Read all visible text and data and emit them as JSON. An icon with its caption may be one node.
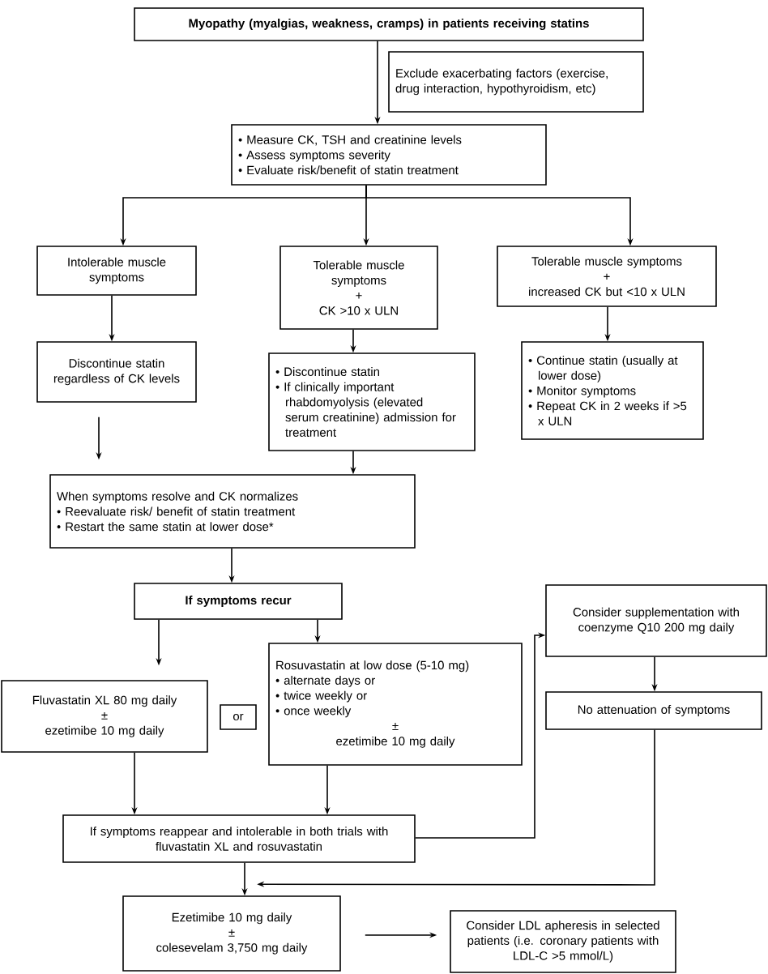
{
  "diagram": {
    "nodes": [
      {
        "text": [
          "Myopathy (myalgias, weakness, cramps) in patients receiving statins"
        ]
      },
      {
        "text": [
          "Exclude exacerbating factors (exercise, drug interaction, hypothyroidism, etc)"
        ]
      },
      {
        "text": [
          "• Measure CK, TSH and creatinine levels",
          "• Assess symptoms severity",
          "• Evaluate risk/benefit of statin treatment"
        ]
      },
      {
        "text": [
          "Intolerable muscle symptoms"
        ]
      },
      {
        "text": [
          "Tolerable muscle symptoms",
          "+",
          "CK >10 x ULN"
        ]
      },
      {
        "text": [
          "Tolerable muscle symptoms",
          "+",
          "increased CK but <10 x ULN"
        ]
      },
      {
        "text": [
          "Discontinue statin regardless of CK levels"
        ]
      },
      {
        "text": [
          "• Discontinue statin",
          "• If clinically important rhabdomyolysis (elevated serum creatinine) admission for treatment"
        ]
      },
      {
        "text": [
          "• Continue statin (usually at lower dose)",
          "• Monitor symptoms",
          "• Repeat CK in 2 weeks if >5 x ULN"
        ]
      },
      {
        "text": [
          "When symptoms resolve and CK normalizes",
          "• Reevaluate risk/ benefit of statin treatment",
          "• Restart the same statin at lower dose*"
        ]
      },
      {
        "text": [
          "If symptoms recur"
        ]
      },
      {
        "text": [
          "Consider supplementation with coenzyme Q10 200 mg daily"
        ]
      },
      {
        "text": [
          "Fluvastatin XL 80 mg daily",
          "±",
          "ezetimibe 10 mg daily"
        ]
      },
      {
        "text": [
          "or"
        ]
      },
      {
        "text": [
          "Rosuvastatin at low dose (5-10 mg)",
          "• alternate days or",
          "• twice weekly or",
          "• once weekly",
          "±",
          "ezetimibe 10 mg daily"
        ]
      },
      {
        "text": [
          "No attenuation of symptoms"
        ]
      },
      {
        "text": [
          "If symptoms reappear and intolerable in both trials with fluvastatin XL and rosuvastatin"
        ]
      },
      {
        "text": [
          "Ezetimibe 10 mg daily",
          "±",
          "colesevelam 3,750 mg daily"
        ]
      },
      {
        "text": [
          "Consider LDL apheresis in selected patients (i.e. coronary patients with LDL-C >5 mmol/L)"
        ]
      }
    ],
    "edges": [
      {
        "from": 0,
        "to": 2,
        "arrow": "to"
      },
      {
        "from": 2,
        "to": 3,
        "arrow": "to"
      },
      {
        "from": 2,
        "to": 4,
        "arrow": "to"
      },
      {
        "from": 2,
        "to": 5,
        "arrow": "to"
      },
      {
        "from": 3,
        "to": 6,
        "arrow": "to"
      },
      {
        "from": 4,
        "to": 7,
        "arrow": "to"
      },
      {
        "from": 5,
        "to": 8,
        "arrow": "to"
      },
      {
        "from": 6,
        "to": 9,
        "arrow": "to"
      },
      {
        "from": 7,
        "to": 9,
        "arrow": "to"
      },
      {
        "from": 9,
        "to": 10,
        "arrow": "to"
      },
      {
        "from": 10,
        "to": 12,
        "arrow": "to"
      },
      {
        "from": 10,
        "to": 14,
        "arrow": "to"
      },
      {
        "from": 12,
        "to": 16,
        "arrow": "to"
      },
      {
        "from": 14,
        "to": 16,
        "arrow": "to"
      },
      {
        "from": 16,
        "to": 11,
        "arrow": "to"
      },
      {
        "from": 11,
        "to": 15,
        "arrow": "to"
      },
      {
        "from": 15,
        "to": 17,
        "arrow": "to"
      },
      {
        "from": 16,
        "to": 17,
        "arrow": "to"
      },
      {
        "from": 17,
        "to": 18,
        "arrow": "to"
      }
    ]
  }
}
